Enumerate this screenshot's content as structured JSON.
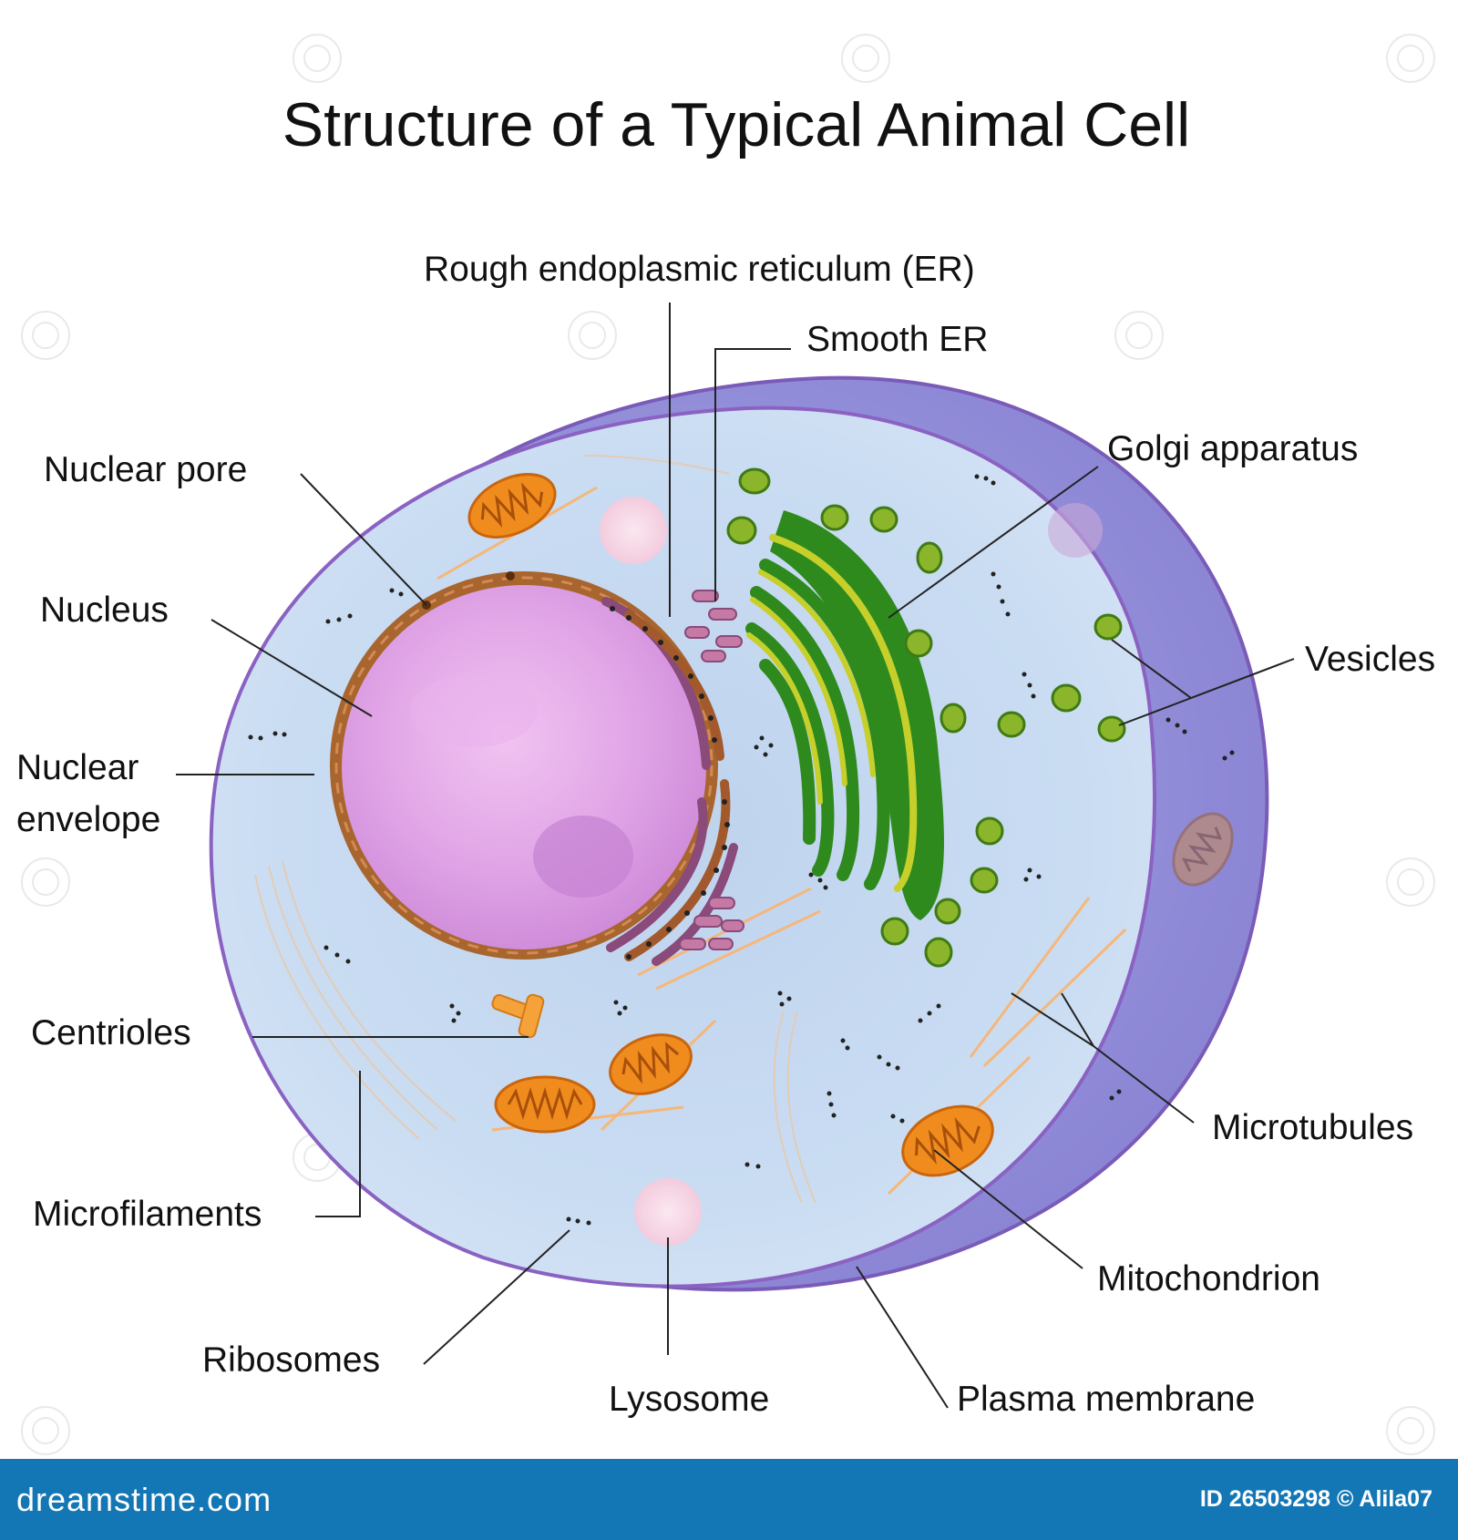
{
  "title": "Structure of a Typical Animal Cell",
  "labels": {
    "rough_er": "Rough endoplasmic reticulum (ER)",
    "smooth_er": "Smooth ER",
    "golgi": "Golgi apparatus",
    "nuclear_pore": "Nuclear pore",
    "nucleus": "Nucleus",
    "vesicles": "Vesicles",
    "nuclear_envelope_1": "Nuclear",
    "nuclear_envelope_2": "envelope",
    "centrioles": "Centrioles",
    "microtubules": "Microtubules",
    "microfilaments": "Microfilaments",
    "mitochondrion": "Mitochondrion",
    "ribosomes": "Ribosomes",
    "lysosome": "Lysosome",
    "plasma_membrane": "Plasma membrane"
  },
  "footer": {
    "brand": "dreamstime.com",
    "id_text": "ID 26503298 © Alila07"
  },
  "colors": {
    "cytoplasm": "#c4d8ef",
    "cell_outer": "#8f8ad6",
    "nucleus": "#e2a6e6",
    "nuclear_envelope": "#9a5a28",
    "golgi": "#2f8a1e",
    "golgi_highlight": "#b9c41a",
    "mitochondrion": "#f08c1e",
    "lysosome": "#f6d6e6",
    "footer_bg": "#1477b5"
  }
}
